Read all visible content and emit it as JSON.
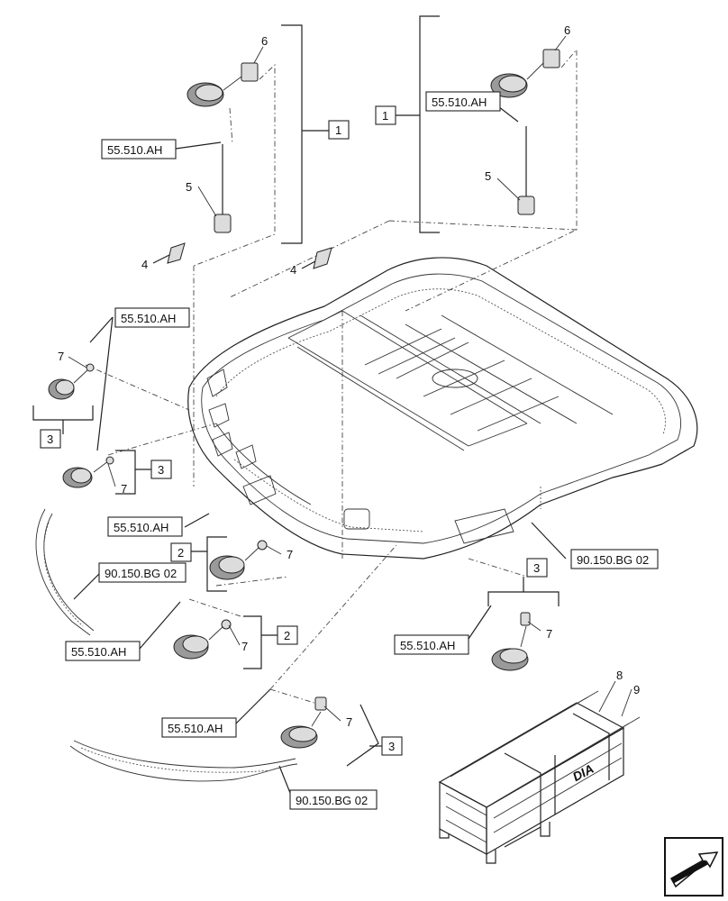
{
  "refs": {
    "r1": "55.510.AH",
    "r2": "55.510.AH",
    "r3": "55.510.AH",
    "r4": "55.510.AH",
    "r5": "55.510.AH",
    "r6": "55.510.AH",
    "r7": "55.510.AH",
    "r8": "90.150.BG 02",
    "r9": "90.150.BG 02",
    "r10": "90.150.BG 02"
  },
  "groups": {
    "g1a": "1",
    "g1b": "1",
    "g2a": "2",
    "g2b": "2",
    "g3a": "3",
    "g3b": "3",
    "g3c": "3",
    "g3d": "3"
  },
  "items": {
    "i6a": "6",
    "i6b": "6",
    "i5a": "5",
    "i5b": "5",
    "i4a": "4",
    "i4b": "4",
    "i7a": "7",
    "i7b": "7",
    "i7c": "7",
    "i7d": "7",
    "i7e": "7",
    "i7f": "7",
    "i8": "8",
    "i9": "9"
  },
  "crate": {
    "logo": "DIA"
  },
  "icons": {
    "nav": "arrow-navigation-icon"
  }
}
